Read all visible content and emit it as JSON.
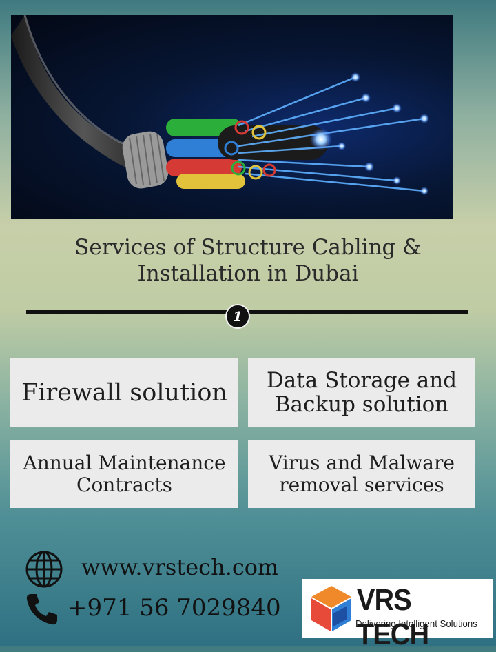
{
  "hero": {
    "image": "fiber-optic-cable"
  },
  "title": {
    "line1": "Services of Structure Cabling &",
    "line2": "Installation in Dubai"
  },
  "step": {
    "number": "1"
  },
  "services": [
    {
      "label": "Firewall solution"
    },
    {
      "label_line1": "Data Storage and",
      "label_line2": "Backup solution"
    },
    {
      "label_line1": "Annual Maintenance",
      "label_line2": "Contracts"
    },
    {
      "label_line1": "Virus and Malware",
      "label_line2": "removal services"
    }
  ],
  "contact": {
    "website": "www.vrstech.com",
    "phone": "+971 56 7029840",
    "icons": [
      "globe-icon",
      "phone-icon"
    ]
  },
  "logo": {
    "name": "VRS TECH",
    "tagline": "Delivering Intelligent Solutions",
    "colors": {
      "orange": "#f0892a",
      "red": "#e84a3a",
      "blue": "#2f7fd6",
      "darkblue": "#1d4fa3"
    }
  }
}
